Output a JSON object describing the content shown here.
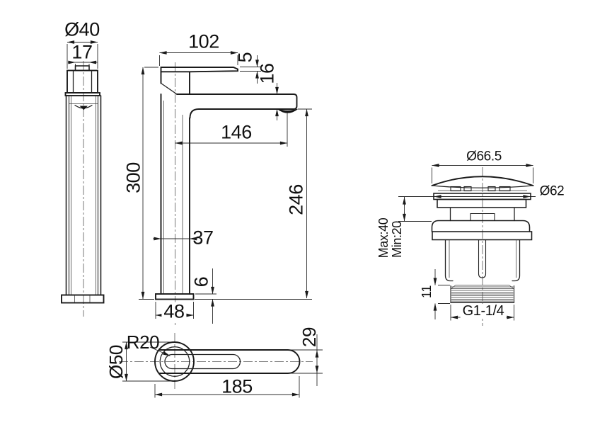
{
  "drawing": {
    "background": "#ffffff",
    "line_color": "#1a1a1a",
    "views": {
      "side_view": {
        "cap_diameter": "Ø40",
        "handle_tip_width": "17"
      },
      "front_view": {
        "lever_length": "102",
        "lever_tip_thickness": "5",
        "spout_thickness": "16",
        "spout_reach": "146",
        "outlet_height": "246",
        "total_height": "300",
        "body_width": "37",
        "base_thickness": "6",
        "base_width": "48"
      },
      "drain_view": {
        "cap_diameter": "Ø66.5",
        "flange_diameter": "Ø62",
        "deck_max": "Max:40",
        "deck_min": "Min:20",
        "thread_length": "11",
        "thread_spec": "G1-1/4"
      },
      "top_view": {
        "handle_radius": "R20",
        "body_diameter": "Ø50",
        "total_length": "185",
        "spout_width": "29"
      }
    }
  }
}
